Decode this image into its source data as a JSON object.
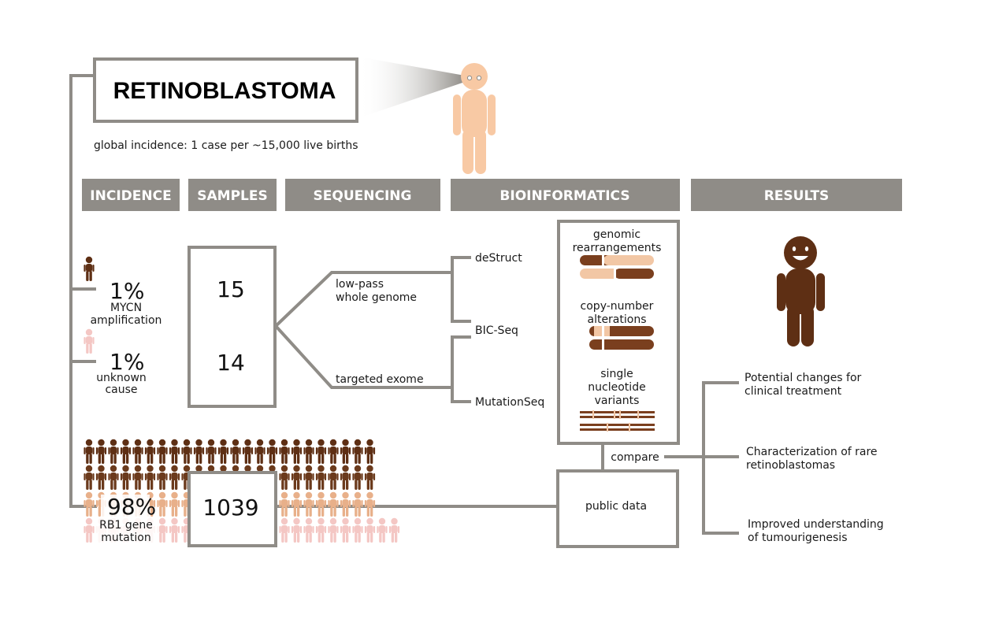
{
  "title": "RETINOBLASTOMA",
  "incidence_note": "global incidence: 1 case per ~15,000 live births",
  "headers": {
    "incidence": "INCIDENCE",
    "samples": "SAMPLES",
    "sequencing": "SEQUENCING",
    "bioinformatics": "BIOINFORMATICS",
    "results": "RESULTS"
  },
  "incidence": {
    "mycn": {
      "percent": "1%",
      "label_line1": "MYCN",
      "label_line2": "amplification"
    },
    "unknown": {
      "percent": "1%",
      "label_line1": "unknown",
      "label_line2": "cause"
    },
    "rb1": {
      "percent": "98%",
      "label_line1": "RB1 gene",
      "label_line2": "mutation"
    }
  },
  "samples": {
    "count_a": "15",
    "count_b": "14",
    "count_c": "1039"
  },
  "sequencing": {
    "wgs_line1": "low-pass",
    "wgs_line2": "whole genome",
    "exome": "targeted exome"
  },
  "tools": {
    "destruct": "deStruct",
    "bicseq": "BIC-Seq",
    "mutationseq": "MutationSeq"
  },
  "bioinformatics": {
    "rearr_line1": "genomic",
    "rearr_line2": "rearrangements",
    "cna_line1": "copy-number",
    "cna_line2": "alterations",
    "snv_line1": "single",
    "snv_line2": "nucleotide",
    "snv_line3": "variants",
    "compare": "compare",
    "public_data": "public data"
  },
  "results": {
    "r1_line1": "Potential changes for",
    "r1_line2": "clinical treatment",
    "r2_line1": "Characterization of rare",
    "r2_line2": "retinoblastomas",
    "r3_line1": "Improved understanding",
    "r3_line2": "of tumourigenesis"
  },
  "colors": {
    "frame": "#8f8c87",
    "header_bg": "#8f8c87",
    "skin_light": "#f8c9a4",
    "skin_dark": "#5e2f14",
    "chrom_light": "#f2c7a5",
    "chrom_dark": "#7a3f1e"
  }
}
